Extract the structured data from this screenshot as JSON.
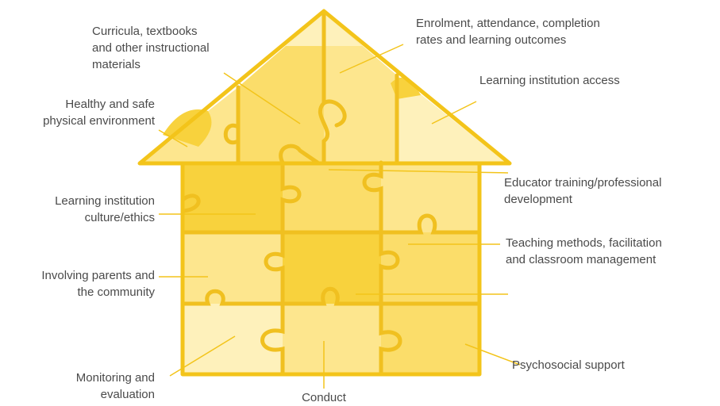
{
  "colors": {
    "outline": "#f3c41a",
    "tone_deep": "#f8d23d",
    "tone_mid": "#fbdd6a",
    "tone_light": "#fde68e",
    "tone_pale": "#fef1bb",
    "leader": "#f3c41a",
    "text": "#4a4a4a"
  },
  "labels": {
    "curricula": "Curricula, textbooks\nand other instructional\nmaterials",
    "enrolment": "Enrolment, attendance, completion\nrates and learning outcomes",
    "access": "Learning institution access",
    "healthy": "Healthy and safe\nphysical environment",
    "educator": "Educator training/professional\ndevelopment",
    "culture": "Learning institution\nculture/ethics",
    "teaching": "Teaching methods, facilitation\nand classroom management",
    "parents": "Involving parents and\nthe community",
    "monitoring": "Monitoring and\nevaluation",
    "conduct": "Conduct",
    "psychosocial": "Psychosocial support"
  }
}
